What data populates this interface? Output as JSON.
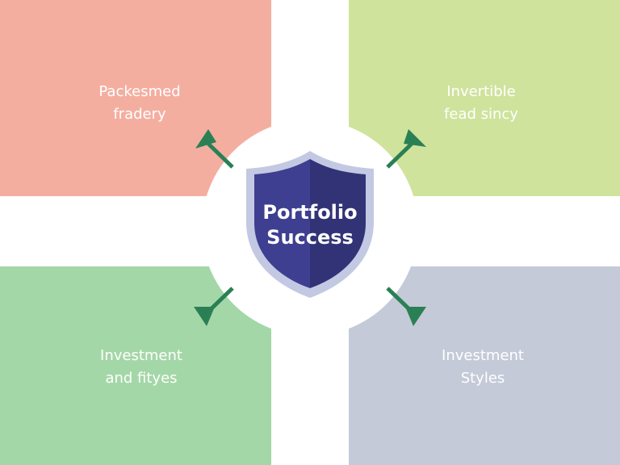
{
  "center": {
    "line1": "Portfolio",
    "line2": "Success"
  },
  "quadrants": [
    {
      "position": "top-left",
      "line1": "Packesmed",
      "line2": "fradery",
      "color": "#f4aea0"
    },
    {
      "position": "top-right",
      "line1": "Invertible",
      "line2": "fead sincy",
      "color": "#cfe39d"
    },
    {
      "position": "bottom-left",
      "line1": "Investment",
      "line2": "and fityes",
      "color": "#a4d7a7"
    },
    {
      "position": "bottom-right",
      "line1": "Investment",
      "line2": "Styles",
      "color": "#c4cad8"
    }
  ],
  "colors": {
    "shield_fill": "#3e3f91",
    "shield_rim": "#c3c9e2",
    "arrow": "#2a8054"
  }
}
